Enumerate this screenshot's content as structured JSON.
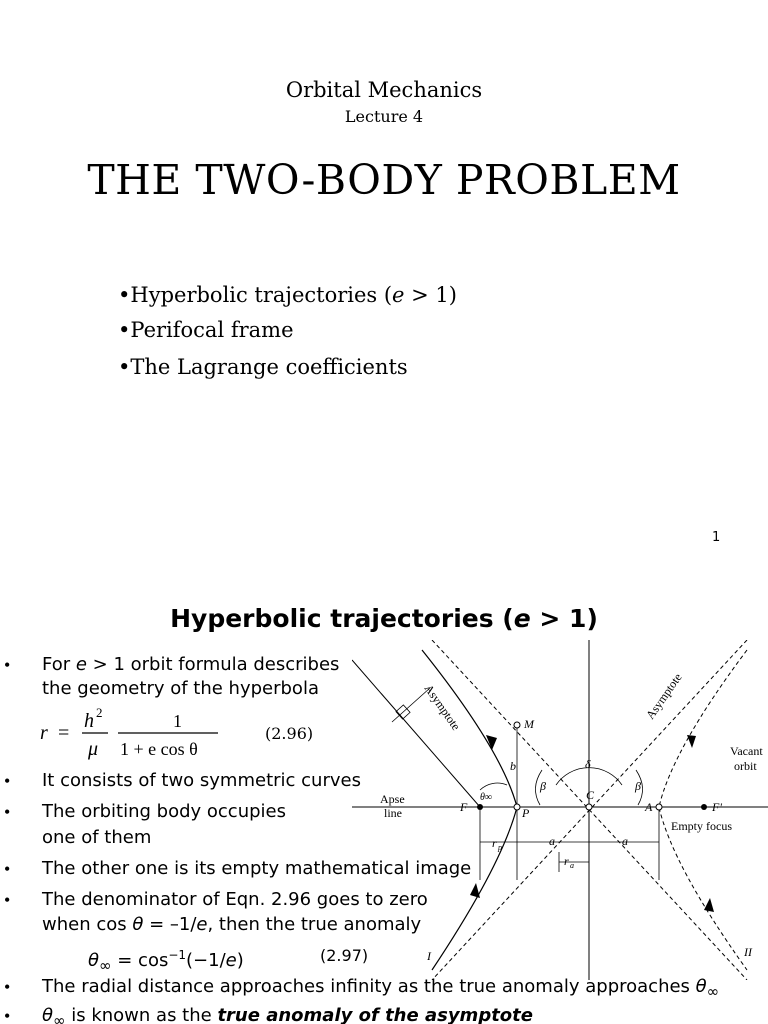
{
  "slide1": {
    "course_title": "Orbital Mechanics",
    "lecture_label": "Lecture 4",
    "main_title": "THE TWO-BODY PROBLEM",
    "topics": [
      {
        "bullet": "•",
        "text_before": "Hyperbolic trajectories (",
        "var": "e",
        "text_after": " > 1)"
      },
      {
        "bullet": "•",
        "text_before": "Perifocal frame",
        "var": "",
        "text_after": ""
      },
      {
        "bullet": "•",
        "text_before": "The Lagrange coefficients",
        "var": "",
        "text_after": ""
      }
    ],
    "page_number": "1"
  },
  "slide2": {
    "title_before": "Hyperbolic trajectories (",
    "title_var": "e",
    "title_after": " > 1)",
    "bullets": [
      {
        "part1": "For ",
        "var1": "e",
        "part2": " > 1 orbit formula describes"
      },
      {
        "line2": "the geometry of the hyperbola"
      },
      {
        "text": "It consists of two symmetric curves"
      },
      {
        "text": "The orbiting body occupies"
      },
      {
        "line2": "one of them"
      },
      {
        "text": "The other one is its empty mathematical image"
      },
      {
        "text": "The denominator of Eqn. 2.96 goes to zero"
      },
      {
        "part1": "when cos ",
        "var1": "θ",
        "part2": " = –1/",
        "var2": "e",
        "part3": ", then the true anomaly"
      },
      {
        "text": "The radial distance approaches infinity as the true anomaly approaches "
      },
      {
        "part2": " is known as the ",
        "emph": "true anomaly of the asymptote"
      }
    ],
    "eq_296": "(2.96)",
    "eq_297": "(2.97)",
    "theta_inf_eq": {
      "lhs": "θ",
      "sub": "∞",
      "rhs": " = cos",
      "sup": "−1",
      "arg_before": "(−1/",
      "arg_var": "e",
      "arg_after": ")"
    },
    "formula": {
      "r": "r",
      "eq": "=",
      "h": "h",
      "exp": "2",
      "mu": "μ",
      "num": "1",
      "den": "1 + e cos θ"
    },
    "diagram_labels": {
      "asymptote_left": "Asymptote",
      "asymptote_right": "Asymptote",
      "vacant": "Vacant",
      "orbit": "orbit",
      "apse": "Apse",
      "line": "line",
      "F": "F",
      "P": "P",
      "C": "C",
      "A": "A",
      "Fprime": "F'",
      "M": "M",
      "b": "b",
      "beta": "β",
      "delta": "δ",
      "theta_inf": "θ∞",
      "empty_focus": "Empty focus",
      "rp": "r",
      "rp_sub": "p",
      "ra": "r",
      "ra_sub": "a",
      "a": "a",
      "I": "I",
      "II": "II"
    }
  }
}
